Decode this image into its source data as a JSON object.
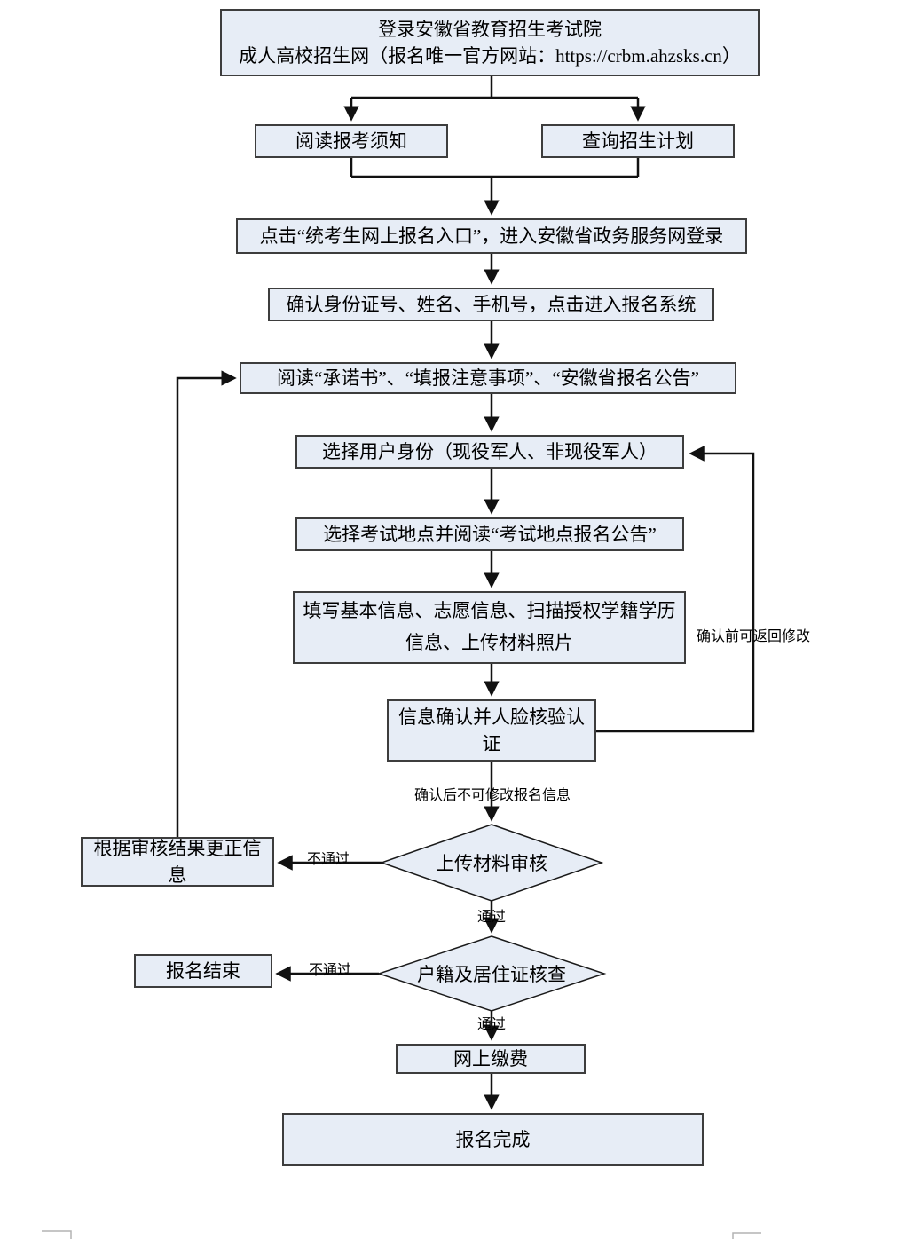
{
  "flowchart": {
    "title_implicit": "成人高校招生网上报名流程图",
    "colors": {
      "node_fill": "#e7edf6",
      "node_border": "#3d3d3d",
      "line": "#111111",
      "faint_mark": "#b3b3b3"
    },
    "nodes": {
      "login": {
        "line1": "登录安徽省教育招生考试院",
        "line2": "成人高校招生网（报名唯一官方网站：https://crbm.ahzsks.cn）"
      },
      "read_notice": {
        "label": "阅读报考须知"
      },
      "query_plan": {
        "label": "查询招生计划"
      },
      "click_entry": {
        "label": "点击“统考生网上报名入口”，进入安徽省政务服务网登录"
      },
      "confirm_identity": {
        "label": "确认身份证号、姓名、手机号，点击进入报名系统"
      },
      "read_commitment": {
        "label": "阅读“承诺书”、“填报注意事项”、“安徽省报名公告”"
      },
      "select_user_type": {
        "label": "选择用户身份（现役军人、非现役军人）"
      },
      "select_exam_site": {
        "label": "选择考试地点并阅读“考试地点报名公告”"
      },
      "fill_info": {
        "label": "填写基本信息、志愿信息、扫描授权学籍学历信息、上传材料照片"
      },
      "confirm_face": {
        "label": "信息确认并人脸核验认证"
      },
      "upload_review": {
        "label": "上传材料审核"
      },
      "correct_info": {
        "label": "根据审核结果更正信息"
      },
      "residence_check": {
        "label": "户籍及居住证核查"
      },
      "registration_end": {
        "label": "报名结束"
      },
      "online_payment": {
        "label": "网上缴费"
      },
      "registration_done": {
        "label": "报名完成"
      }
    },
    "edge_labels": {
      "no_modify_after_confirm": "确认后不可修改报名信息",
      "can_return_before_confirm": "确认前可返回修改",
      "fail_1": "不通过",
      "pass_1": "通过",
      "fail_2": "不通过",
      "pass_2": "通过"
    }
  }
}
